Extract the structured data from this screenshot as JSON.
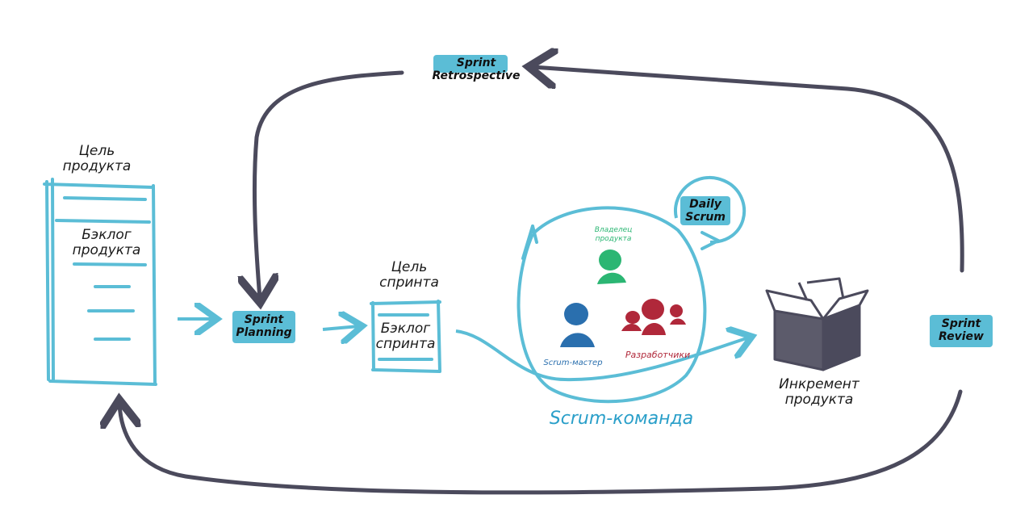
{
  "colors": {
    "cyan": "#5bbdd6",
    "arrow_dark": "#4b4a5c",
    "owner": "#2bb673",
    "master": "#2a6fae",
    "devs": "#b0283a",
    "team": "#2a9fc9"
  },
  "labels": {
    "sprint_retrospective": "Sprint Retrospective",
    "product_goal": "Цель продукта",
    "product_backlog": "Бэклог продукта",
    "sprint_planning": "Sprint Planning",
    "sprint_goal": "Цель спринта",
    "sprint_backlog": "Бэклог спринта",
    "daily_scrum": "Daily Scrum",
    "product_owner": "Владелец продукта",
    "scrum_master": "Scrum-мастер",
    "developers": "Разработчики",
    "scrum_team": "Scrum-команда",
    "increment": "Инкремент продукта",
    "sprint_review": "Sprint Review"
  }
}
